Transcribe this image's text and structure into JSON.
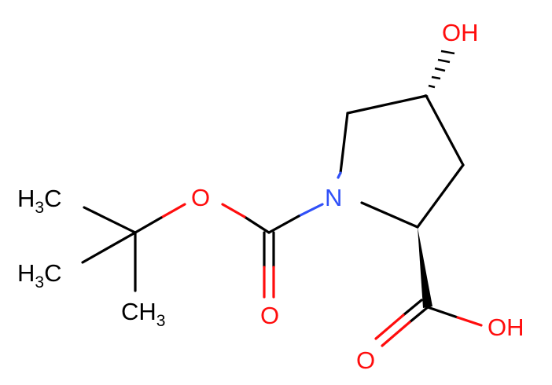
{
  "molecule": {
    "atoms": {
      "hydroxyl_top": "OH",
      "ring_nitrogen": "N",
      "ester_oxygen": "O",
      "carbamate_carbonyl_oxygen": "O",
      "acid_hydroxyl": "OH",
      "acid_carbonyl_oxygen": "O",
      "methyl_1": {
        "main": "H",
        "sub": "3",
        "tail": "C"
      },
      "methyl_2": {
        "main": "H",
        "sub": "3",
        "tail": "C"
      },
      "methyl_3": {
        "main": "CH",
        "sub": "3"
      }
    },
    "colors": {
      "carbon_bond": "#000000",
      "oxygen": "#ff0d0d",
      "nitrogen": "#3050f8",
      "background": "#ffffff"
    }
  }
}
